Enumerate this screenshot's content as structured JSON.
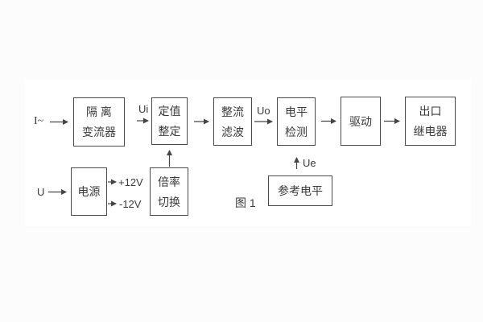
{
  "page": {
    "background_color": "#fcfcfc",
    "figure_background_color": "#ffffff",
    "line_color": "#454545",
    "text_color": "#3a3a3a"
  },
  "figure": {
    "caption": "图 1",
    "blocks": {
      "isolation": {
        "line1": "隔 离",
        "line2": "变流器"
      },
      "setting": {
        "line1": "定值",
        "line2": "整定"
      },
      "rectifier": {
        "line1": "整流",
        "line2": "滤波"
      },
      "level": {
        "line1": "电平",
        "line2": "检测"
      },
      "drive": {
        "label": "驱动"
      },
      "relay": {
        "line1": "出口",
        "line2": "继电器"
      },
      "power": {
        "label": "电源"
      },
      "ratio": {
        "line1": "倍率",
        "line2": "切换"
      },
      "reference": {
        "label": "参考电平"
      }
    },
    "signals": {
      "input_current": "I~",
      "input_voltage": "U",
      "ui": "Ui",
      "uo": "Uo",
      "ue": "Ue",
      "plus_12v": "+12V",
      "minus_12v": "-12V"
    }
  }
}
